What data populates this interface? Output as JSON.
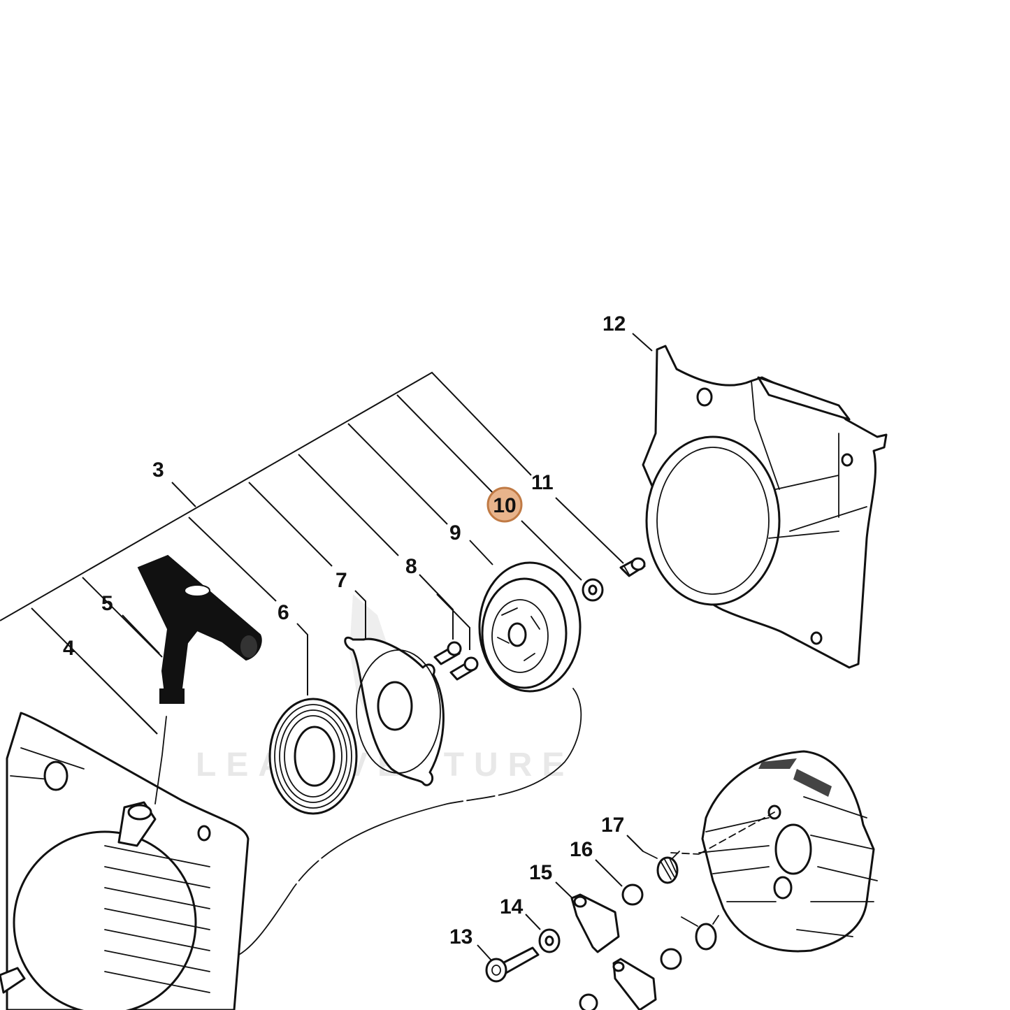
{
  "diagram": {
    "callouts": [
      {
        "id": "c3",
        "text": "3"
      },
      {
        "id": "c4",
        "text": "4"
      },
      {
        "id": "c5",
        "text": "5"
      },
      {
        "id": "c6",
        "text": "6"
      },
      {
        "id": "c7",
        "text": "7"
      },
      {
        "id": "c8",
        "text": "8"
      },
      {
        "id": "c9",
        "text": "9"
      },
      {
        "id": "c10",
        "text": "10",
        "highlighted": true
      },
      {
        "id": "c11",
        "text": "11"
      },
      {
        "id": "c12",
        "text": "12"
      },
      {
        "id": "c13",
        "text": "13"
      },
      {
        "id": "c14",
        "text": "14"
      },
      {
        "id": "c15",
        "text": "15"
      },
      {
        "id": "c16",
        "text": "16"
      },
      {
        "id": "c17",
        "text": "17"
      }
    ],
    "highlight_color": "#e8b48c",
    "highlight_stroke": "#c07a44",
    "watermark": "LEAD VENTURE"
  }
}
